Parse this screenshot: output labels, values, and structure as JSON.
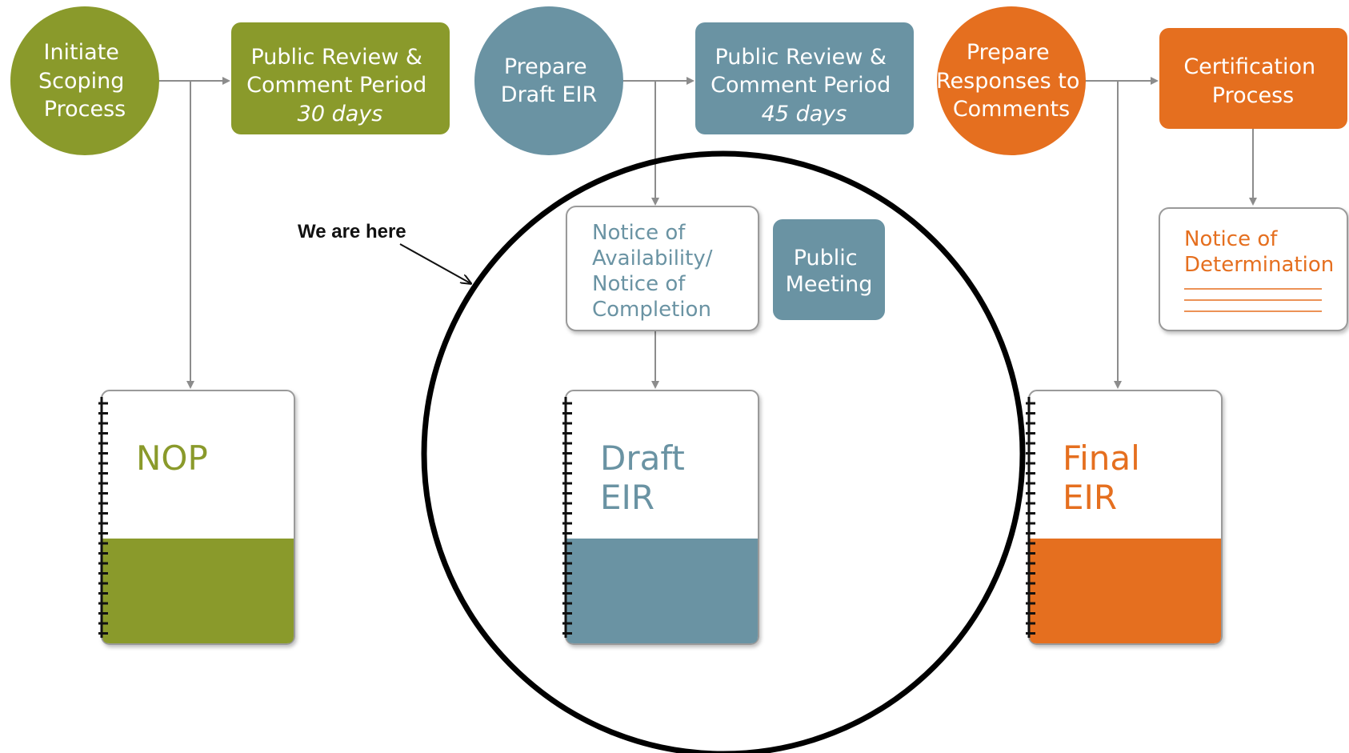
{
  "colors": {
    "green": "#8a9a2b",
    "blue": "#6a93a3",
    "orange": "#e56f1f",
    "connector": "#8c8c8c",
    "focus_circle": "#000000",
    "card_border": "#9a9a9a"
  },
  "steps": {
    "initiate_scoping": {
      "lines": [
        "Initiate",
        "Scoping",
        "Process"
      ]
    },
    "public_review_1": {
      "lines": [
        "Public Review &",
        "Comment Period"
      ],
      "duration": "30 days"
    },
    "prepare_draft_eir": {
      "lines": [
        "Prepare",
        "Draft EIR"
      ]
    },
    "public_review_2": {
      "lines": [
        "Public Review &",
        "Comment Period"
      ],
      "duration": "45 days"
    },
    "prepare_responses": {
      "lines": [
        "Prepare",
        "Responses to",
        "Comments"
      ]
    },
    "certification": {
      "lines": [
        "Certification",
        "Process"
      ]
    }
  },
  "notices": {
    "availability": {
      "lines": [
        "Notice of",
        "Availability/",
        "Notice of",
        "Completion"
      ]
    },
    "public_meeting": {
      "lines": [
        "Public",
        "Meeting"
      ]
    },
    "determination": {
      "lines": [
        "Notice of",
        "Determination"
      ]
    }
  },
  "documents": {
    "nop": {
      "lines": [
        "NOP"
      ]
    },
    "draft_eir": {
      "lines": [
        "Draft",
        "EIR"
      ]
    },
    "final_eir": {
      "lines": [
        "Final",
        "EIR"
      ]
    }
  },
  "annotation": {
    "label": "We are here"
  }
}
